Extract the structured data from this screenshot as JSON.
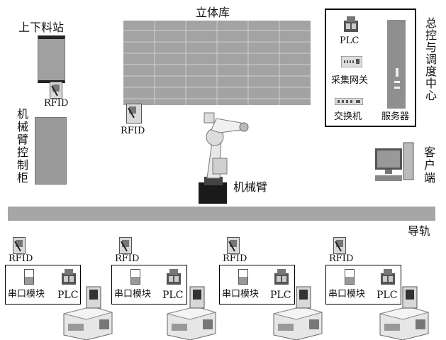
{
  "labels": {
    "station": "上下料站",
    "warehouse": "立体库",
    "arm_control_cabinet": "机械臂控制柜",
    "robot_arm": "机械臂",
    "rail": "导轨",
    "client": "客户端",
    "control_center": "总控与调度中心"
  },
  "control_center": {
    "plc": "PLC",
    "gateway": "采集网关",
    "switch": "交换机",
    "server": "服务器"
  },
  "rfid_top": [
    "RFID",
    "RFID"
  ],
  "cells": [
    {
      "rfid": "RFID",
      "serial": "串口模块",
      "plc": "PLC"
    },
    {
      "rfid": "RFID",
      "serial": "串口模块",
      "plc": "PLC"
    },
    {
      "rfid": "RFID",
      "serial": "串口模块",
      "plc": "PLC"
    },
    {
      "rfid": "RFID",
      "serial": "串口模块",
      "plc": "PLC"
    }
  ]
}
